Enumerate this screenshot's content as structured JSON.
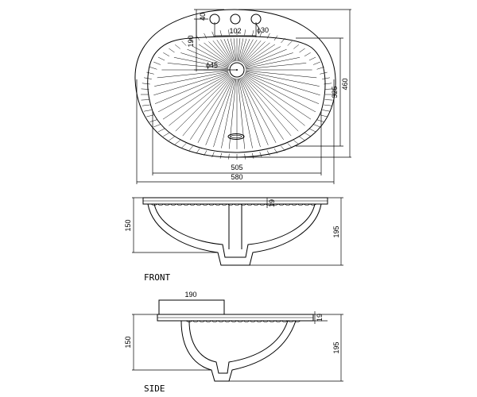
{
  "plan": {
    "dim_top_offset": "40",
    "dim_hole_spacing": "102",
    "dim_hole_dia": "ϕ30",
    "dim_tap_to_drain": "190",
    "dim_drain_dia": "ϕ45",
    "dim_bowl_width": "505",
    "dim_overall_width": "580",
    "dim_bowl_depth": "325",
    "dim_overall_depth": "460"
  },
  "front": {
    "title": "FRONT",
    "dim_bowl_height": "150",
    "dim_rim": "19",
    "dim_total_height": "195"
  },
  "side": {
    "title": "SIDE",
    "dim_deck_length": "190",
    "dim_bowl_height": "150",
    "dim_rim": "19",
    "dim_total_height": "195"
  }
}
